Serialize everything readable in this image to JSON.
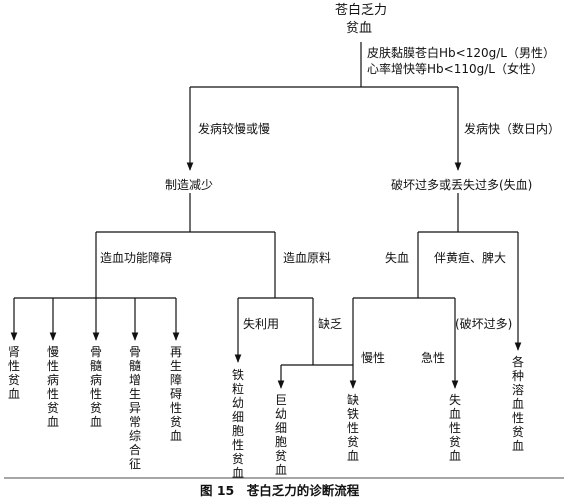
{
  "diagram": {
    "root": {
      "line1": "苍白乏力",
      "line2": "贫血"
    },
    "criteria": {
      "line1": "皮肤黏膜苍白Hb<120g/L（男性）",
      "line2": "心率增快等Hb<110g/L（女性）"
    },
    "branches": {
      "slow_onset": "发病较慢或慢",
      "fast_onset": "发病快（数日内）",
      "reduced_production": "制造减少",
      "excess_loss": "破坏过多或丢失过多(失血)",
      "hematopoietic_dysfunction": "造血功能障碍",
      "raw_materials": "造血原料",
      "blood_loss": "失血",
      "jaundice_spleen": "伴黄疸、脾大",
      "utilization_loss": "失利用",
      "deficiency": "缺乏",
      "chronic": "慢性",
      "acute": "急性",
      "excess_destruction": "(破坏过多)"
    },
    "outcomes": {
      "renal": "肾性贫血",
      "chronic_disease": "慢性病性贫血",
      "myelopathic": "骨髓病性贫血",
      "mds": "骨髓增生异常综合征",
      "aplastic": "再生障碍性贫血",
      "sideroblastic": "铁粒幼细胞性贫血",
      "megaloblastic": "巨幼细胞贫血",
      "iron_deficiency": "缺铁性贫血",
      "hemorrhagic": "失血性贫血",
      "hemolytic": "各种溶血性贫血"
    },
    "caption": "图 15　苍白乏力的诊断流程"
  }
}
